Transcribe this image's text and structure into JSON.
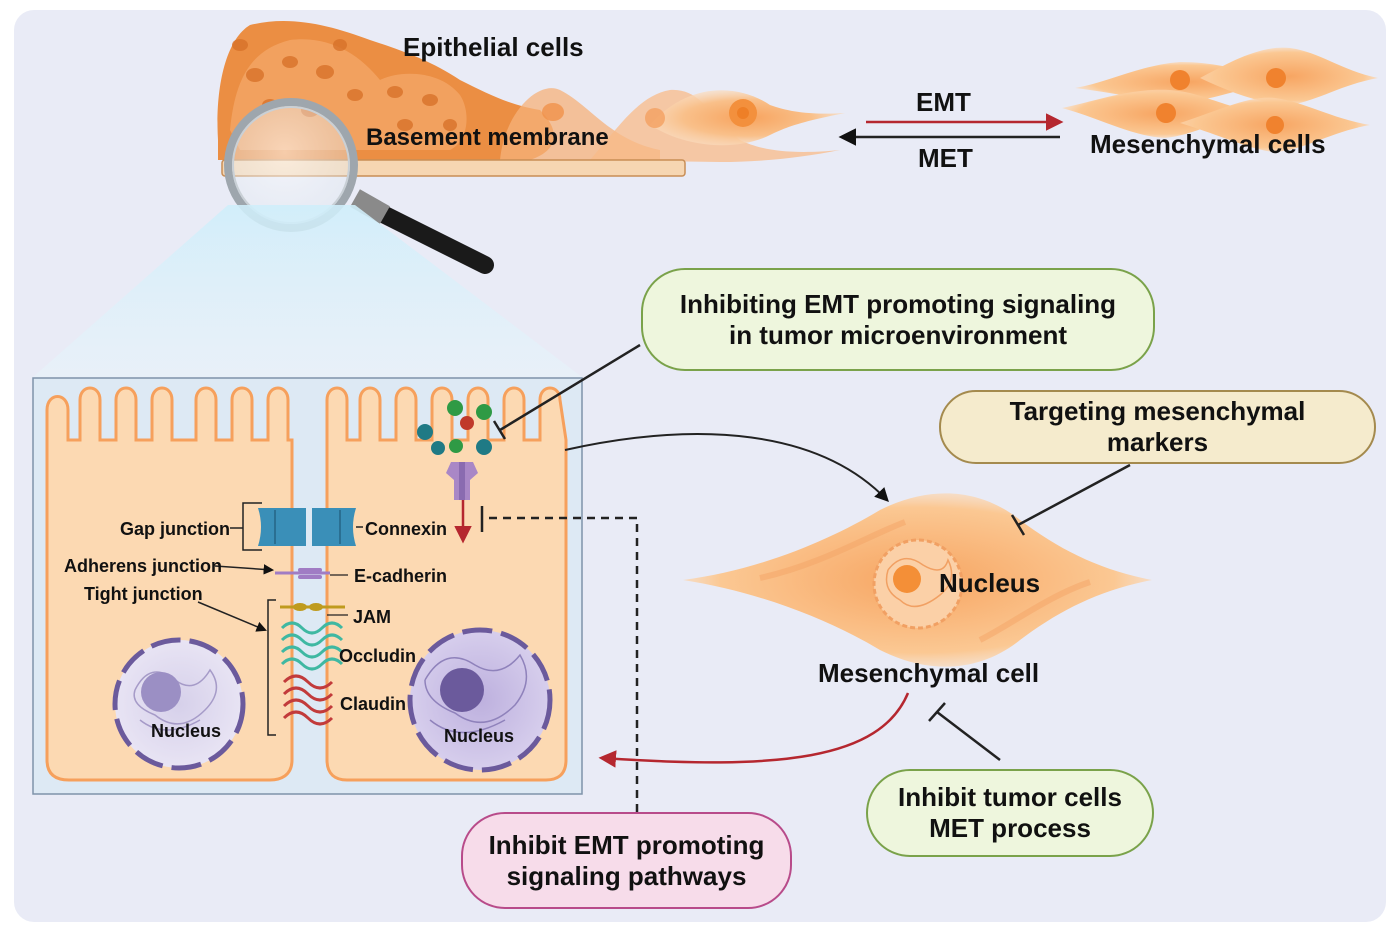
{
  "top": {
    "epithelial_label": "Epithelial cells",
    "basement_label": "Basement membrane",
    "emt_label": "EMT",
    "met_label": "MET",
    "mesenchymal_cells_label": "Mesenchymal cells"
  },
  "junctions": {
    "gap_junction": "Gap junction",
    "adherens_junction": "Adherens junction",
    "tight_junction": "Tight junction",
    "connexin": "Connexin",
    "e_cadherin": "E-cadherin",
    "jam": "JAM",
    "occludin": "Occludin",
    "claudin": "Claudin",
    "nucleus_left": "Nucleus",
    "nucleus_right": "Nucleus"
  },
  "mesenchymal_cell": {
    "nucleus_label": "Nucleus",
    "cell_label": "Mesenchymal cell"
  },
  "boxes": {
    "inhibit_signaling_tme": {
      "line1": "Inhibiting EMT promoting signaling",
      "line2": "in tumor microenvironment"
    },
    "targeting_markers": {
      "line1": "Targeting mesenchymal",
      "line2": "markers"
    },
    "inhibit_met": {
      "line1": "Inhibit tumor cells",
      "line2": "MET process"
    },
    "inhibit_pathways": {
      "line1": "Inhibit EMT promoting",
      "line2": "signaling pathways"
    }
  },
  "colors": {
    "panel_bg": "#e9ebf6",
    "cell_orange": "#f6a05c",
    "cell_fill": "#fcd9b2",
    "nucleus_purple": "#6b5a9c",
    "arrow_red": "#b5272f",
    "green_box": "#eef6dd",
    "tan_box": "#f5ebcd",
    "pink_box": "#f7dcea"
  }
}
